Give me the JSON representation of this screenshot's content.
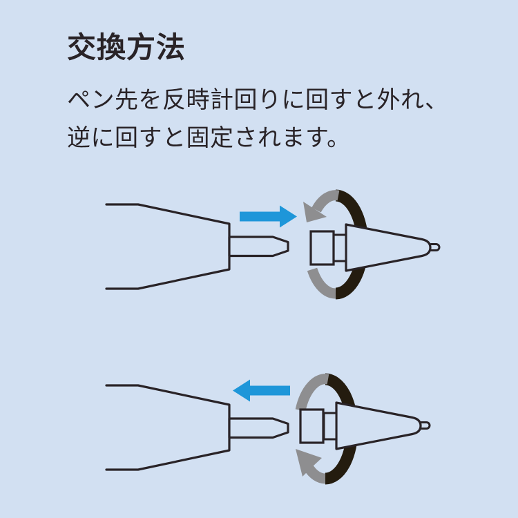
{
  "page": {
    "background_color": "#d2e0f2",
    "text_color": "#292327"
  },
  "title": {
    "text": "交換方法"
  },
  "instructions": {
    "line1": "ペン先を反時計回りに回すと外れ、",
    "line2": "逆に回すと固定されます。"
  },
  "colors": {
    "accent_blue": "#1e96d9",
    "rotation_band_black": "#241c0f",
    "rotation_band_gray": "#8e8e90",
    "outline": "#292327"
  },
  "diagrams": {
    "step_remove": {
      "push_arrow_direction": "right",
      "rotation_direction": "counterclockwise"
    },
    "step_attach": {
      "push_arrow_direction": "left",
      "rotation_direction": "clockwise"
    }
  }
}
